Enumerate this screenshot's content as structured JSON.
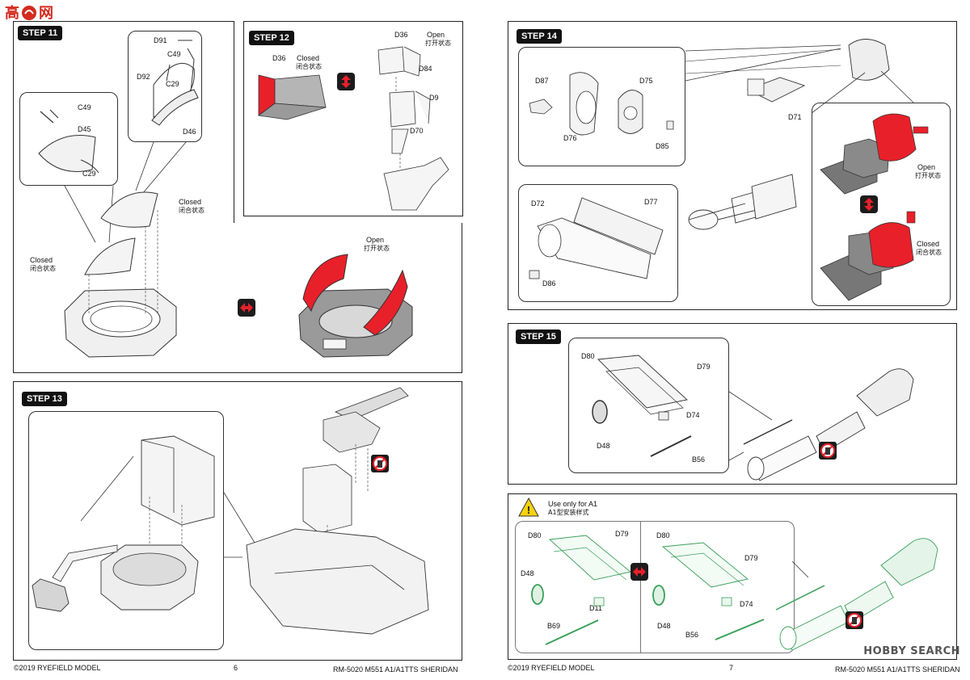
{
  "site_logo": {
    "text": "高手网",
    "url": "www.gaoshou.com"
  },
  "watermark": "HOBBY SEARCH",
  "left_page": {
    "footer_left": "©2019 RYEFIELD MODEL",
    "page_number": "6",
    "footer_right": "RM-5020 M551 A1/A1TTS SHERIDAN"
  },
  "right_page": {
    "footer_left": "©2019 RYEFIELD MODEL",
    "page_number": "7",
    "footer_right": "RM-5020 M551 A1/A1TTS SHERIDAN"
  },
  "step11": {
    "title": "STEP 11",
    "parts_top": [
      "D91",
      "C49",
      "D92",
      "C29",
      "D46"
    ],
    "parts_left": [
      "C49",
      "D45",
      "C29"
    ],
    "closed_1_en": "Closed",
    "closed_1_cn": "闭合状态",
    "closed_2_en": "Closed",
    "closed_2_cn": "闭合状态",
    "open_en": "Open",
    "open_cn": "打开状态"
  },
  "step12": {
    "title": "STEP 12",
    "d36_left": "D36",
    "closed_en": "Closed",
    "closed_cn": "闭合状态",
    "d36_right": "D36",
    "open_en": "Open",
    "open_cn": "打开状态",
    "d84": "D84",
    "d9": "D9",
    "d70": "D70"
  },
  "step13": {
    "title": "STEP 13"
  },
  "step14": {
    "title": "STEP 14",
    "parts_a": [
      "D87",
      "D75",
      "D76",
      "D85"
    ],
    "d71": "D71",
    "parts_b": [
      "D72",
      "D77",
      "D86"
    ],
    "open_en": "Open",
    "open_cn": "打开状态",
    "closed_en": "Closed",
    "closed_cn": "闭合状态"
  },
  "step15": {
    "title": "STEP 15",
    "parts": [
      "D80",
      "D79",
      "D74",
      "D48",
      "B56"
    ]
  },
  "a1_box": {
    "note_en": "Use only for A1",
    "note_cn": "A1型安装样式",
    "left_parts": [
      "D80",
      "D79",
      "D48",
      "D11",
      "B69"
    ],
    "right_parts": [
      "D80",
      "D79",
      "D74",
      "D48",
      "B56"
    ]
  },
  "colors": {
    "highlight_red": "#e8202a",
    "a1_green": "#3aa05a",
    "part_gray": "#8a8a8a"
  }
}
